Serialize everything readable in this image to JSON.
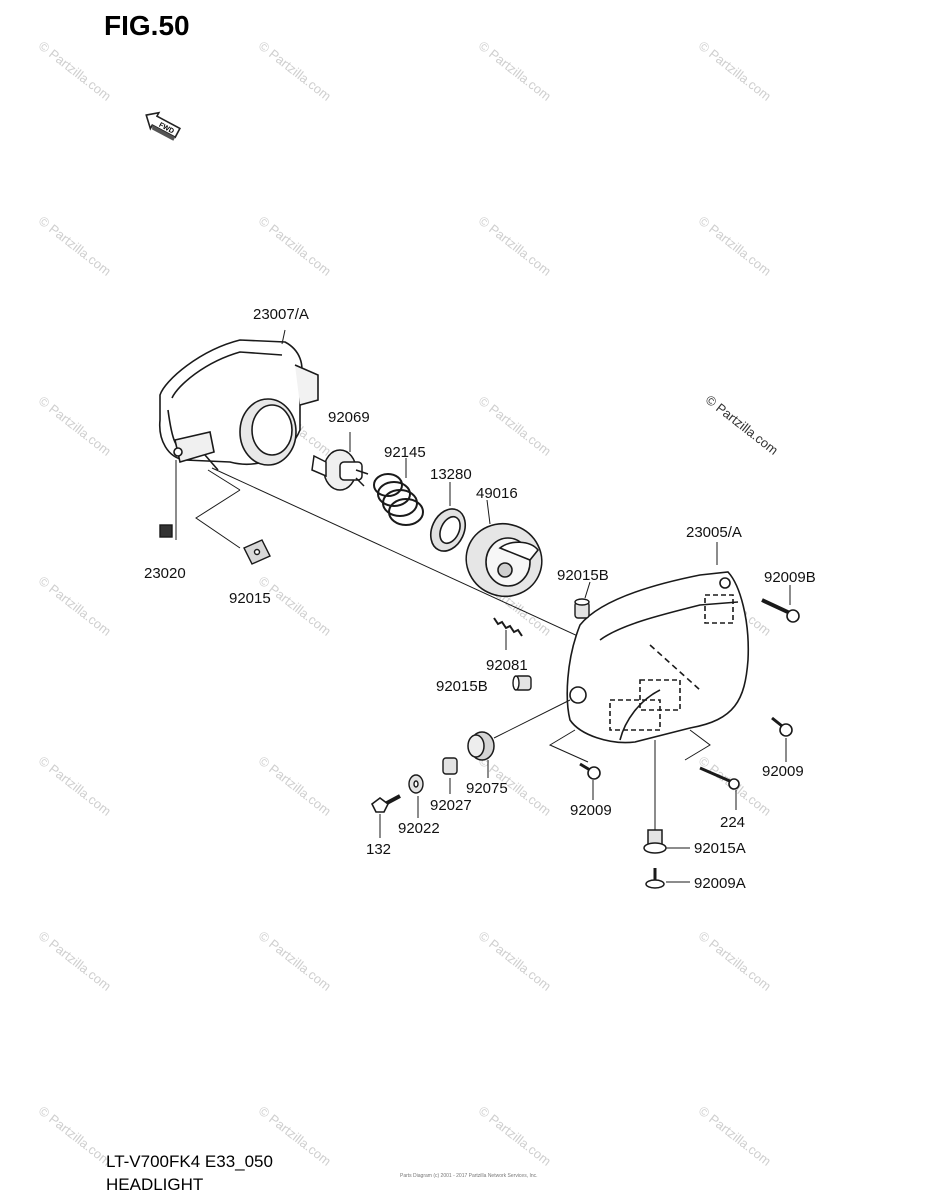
{
  "figure": {
    "title": "FIG.50",
    "model_code": "LT-V700FK4 E33_050",
    "caption": "HEADLIGHT",
    "direction_arrow_text": "FWD",
    "footer_note": "Parts Diagram (c) 2001 - 2017 Partzilla Network Services, Inc."
  },
  "watermark": {
    "text": "© Partzilla.com"
  },
  "parts": {
    "p23007A": "23007/A",
    "p92069": "92069",
    "p92145": "92145",
    "p13280": "13280",
    "p49016": "49016",
    "p23020": "23020",
    "p92015": "92015",
    "p23005A": "23005/A",
    "p92015B_1": "92015B",
    "p92009B": "92009B",
    "p92081": "92081",
    "p92015B_2": "92015B",
    "p92009_right": "92009",
    "p92075": "92075",
    "p92027": "92027",
    "p92022": "92022",
    "p132": "132",
    "p92009_mid": "92009",
    "p224": "224",
    "p92015A": "92015A",
    "p92009A": "92009A"
  },
  "colors": {
    "line": "#1a1a1a",
    "watermark": "#cfcfcf",
    "part_shade": "#d9d9d9"
  }
}
